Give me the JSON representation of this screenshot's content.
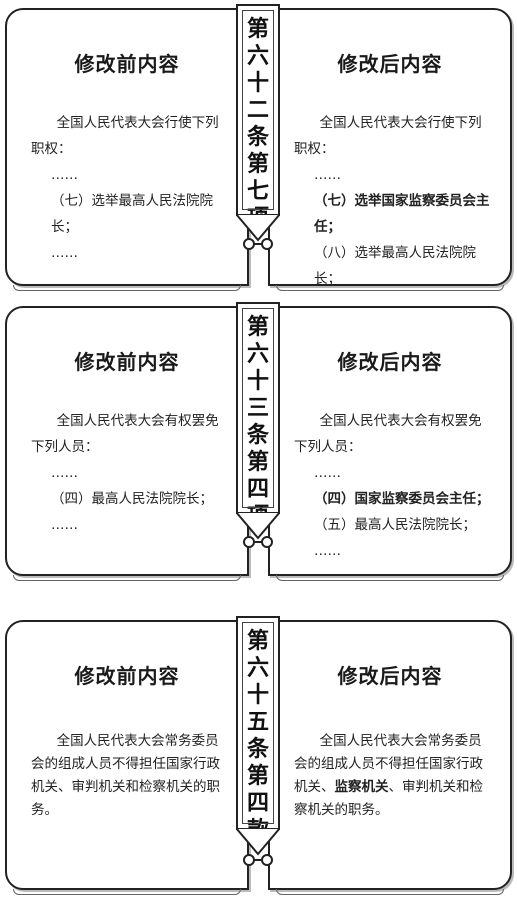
{
  "sections": [
    {
      "label": "第六十二条第七项",
      "before": {
        "title": "修改前内容",
        "intro": "全国人民代表大会行使下列职权：",
        "dots1": "……",
        "item1": "（七）选举最高人民法院院长；",
        "dots2": "……"
      },
      "after": {
        "title": "修改后内容",
        "intro": "全国人民代表大会行使下列职权：",
        "dots1": "……",
        "item1": "（七）选举国家监察委员会主任；",
        "item2": "（八）选举最高人民法院院长；",
        "dots2": "……"
      }
    },
    {
      "label": "第六十三条第四项",
      "before": {
        "title": "修改前内容",
        "intro": "全国人民代表大会有权罢免下列人员：",
        "dots1": "……",
        "item1": "（四）最高人民法院院长；",
        "dots2": "……"
      },
      "after": {
        "title": "修改后内容",
        "intro": "全国人民代表大会有权罢免下列人员：",
        "dots1": "……",
        "item1": "（四）国家监察委员会主任；",
        "item2": "（五）最高人民法院院长；",
        "dots2": "……"
      }
    },
    {
      "label": "第六十五条第四款",
      "before": {
        "title": "修改前内容",
        "text": "全国人民代表大会常务委员会的组成人员不得担任国家行政机关、审判机关和检察机关的职务。"
      },
      "after": {
        "title": "修改后内容",
        "text_a": "全国人民代表大会常务委员会的组成人员不得担任国家行政机关、",
        "text_b": "监察机关",
        "text_c": "、审判机关和检察机关的职务。"
      }
    }
  ]
}
